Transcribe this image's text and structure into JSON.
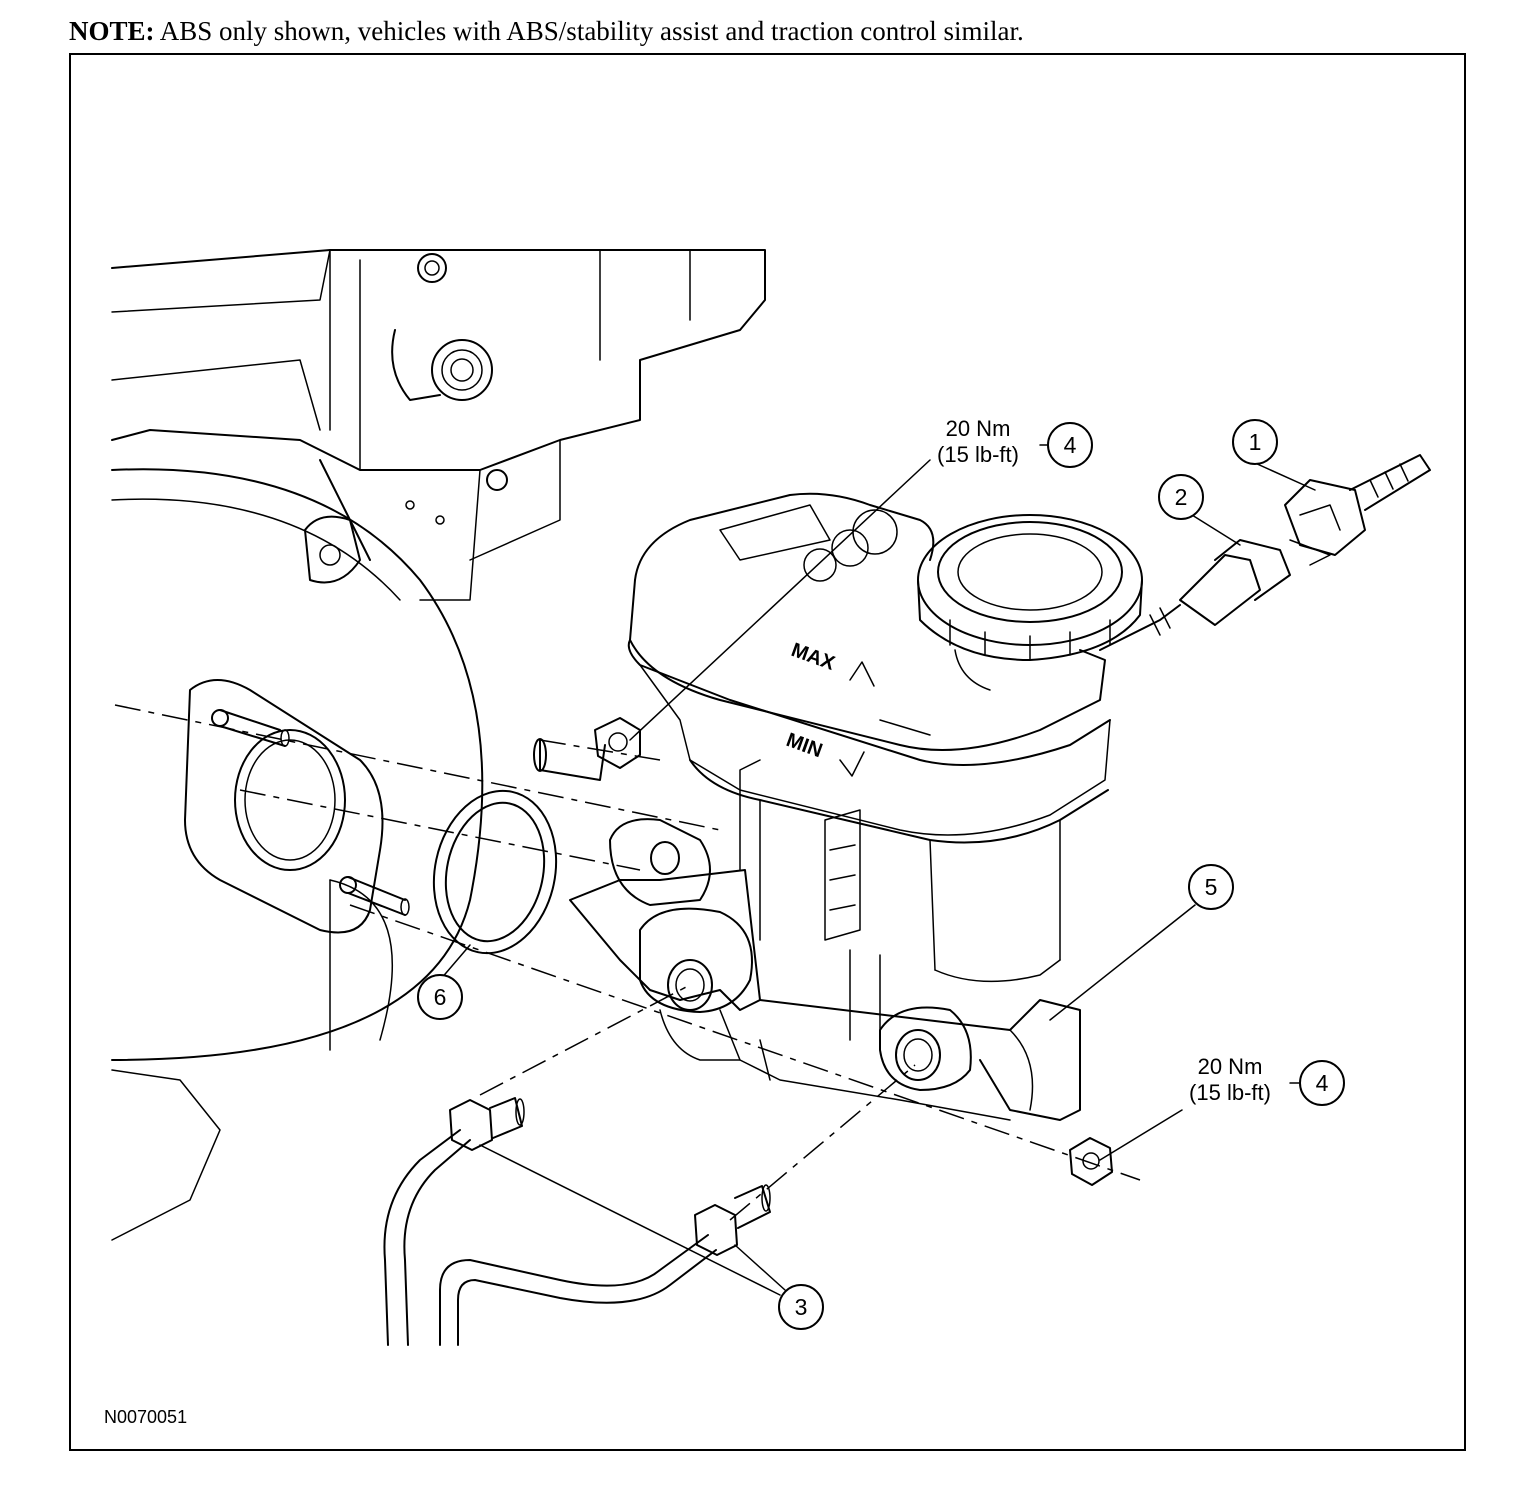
{
  "note": {
    "label": "NOTE:",
    "text": " ABS only shown, vehicles with ABS/stability assist and traction control similar."
  },
  "callouts": {
    "c1": "1",
    "c2": "2",
    "c3": "3",
    "c4a": "4",
    "c4b": "4",
    "c5": "5",
    "c6": "6"
  },
  "torque_top": {
    "metric": "20 Nm",
    "imperial": "(15 lb-ft)"
  },
  "torque_bottom": {
    "metric": "20 Nm",
    "imperial": "(15 lb-ft)"
  },
  "reservoir": {
    "max_mark": "MAX",
    "min_mark": "MIN"
  },
  "figure_id": "N0070051"
}
